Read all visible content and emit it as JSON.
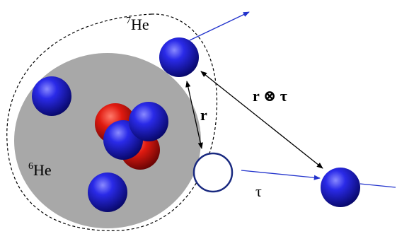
{
  "labels": {
    "he7_mass": "7",
    "he7_symbol": "He",
    "he6_mass": "6",
    "he6_symbol": "He",
    "r": "r",
    "r_cross_tau": "r ⊗ τ",
    "tau": "τ"
  },
  "colors": {
    "neutron_blue": "#1a1acc",
    "proton_red": "#cc1010",
    "core_gray": "#a8a8a8",
    "arrow_blue": "#2233cc",
    "ring_navy": "#1a2a80"
  }
}
